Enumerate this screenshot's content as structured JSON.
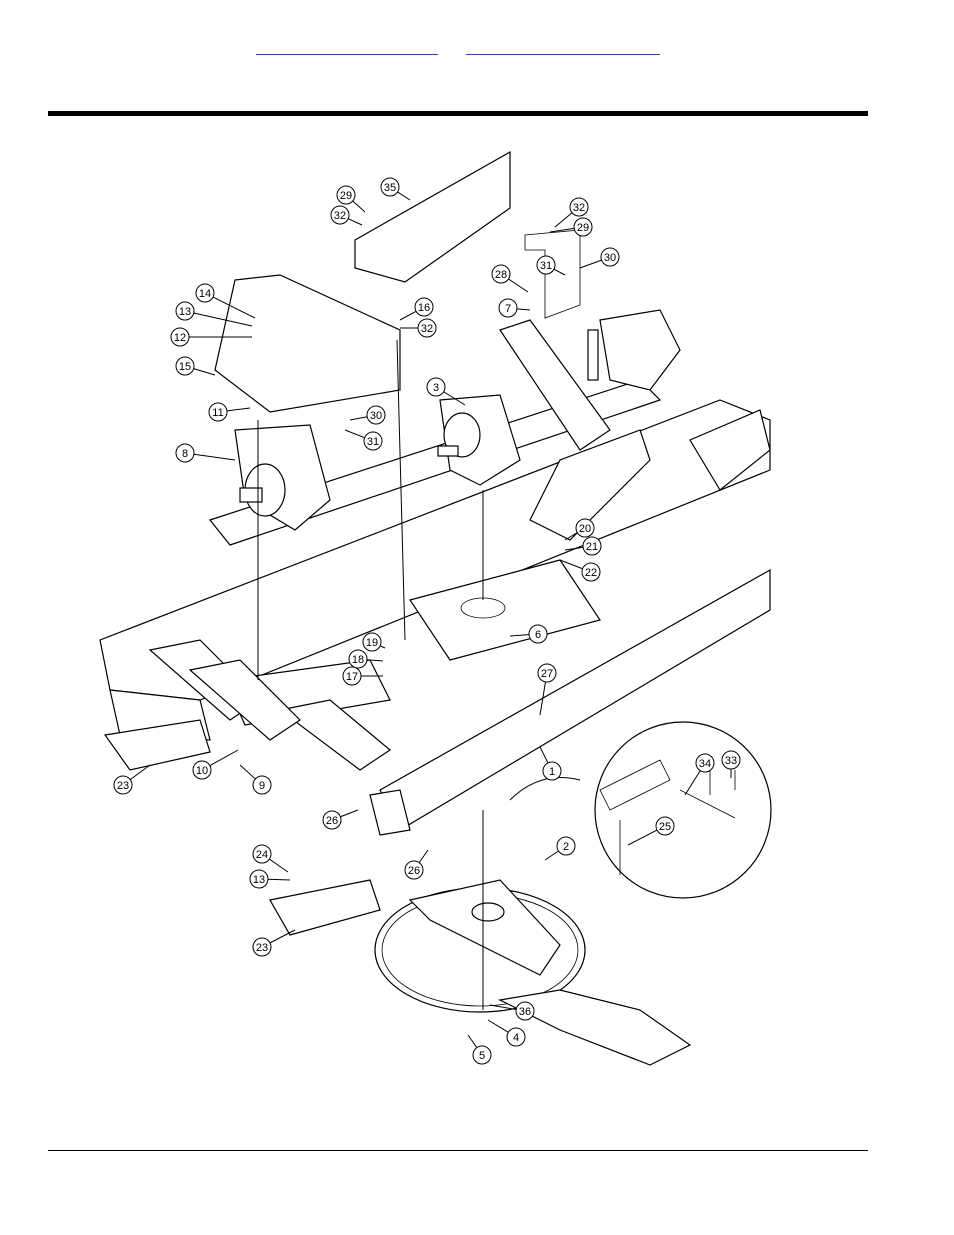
{
  "header": {
    "links": [
      {
        "label": ""
      },
      {
        "label": ""
      }
    ]
  },
  "diagram": {
    "callouts": [
      {
        "n": "35"
      },
      {
        "n": "29"
      },
      {
        "n": "32"
      },
      {
        "n": "32"
      },
      {
        "n": "29"
      },
      {
        "n": "30"
      },
      {
        "n": "31"
      },
      {
        "n": "28"
      },
      {
        "n": "7"
      },
      {
        "n": "14"
      },
      {
        "n": "13"
      },
      {
        "n": "12"
      },
      {
        "n": "16"
      },
      {
        "n": "32"
      },
      {
        "n": "15"
      },
      {
        "n": "3"
      },
      {
        "n": "11"
      },
      {
        "n": "30"
      },
      {
        "n": "31"
      },
      {
        "n": "8"
      },
      {
        "n": "20"
      },
      {
        "n": "21"
      },
      {
        "n": "22"
      },
      {
        "n": "6"
      },
      {
        "n": "19"
      },
      {
        "n": "18"
      },
      {
        "n": "17"
      },
      {
        "n": "27"
      },
      {
        "n": "10"
      },
      {
        "n": "9"
      },
      {
        "n": "23"
      },
      {
        "n": "1"
      },
      {
        "n": "34"
      },
      {
        "n": "33"
      },
      {
        "n": "26"
      },
      {
        "n": "25"
      },
      {
        "n": "26"
      },
      {
        "n": "2"
      },
      {
        "n": "24"
      },
      {
        "n": "13"
      },
      {
        "n": "23"
      },
      {
        "n": "36"
      },
      {
        "n": "4"
      },
      {
        "n": "5"
      }
    ]
  }
}
